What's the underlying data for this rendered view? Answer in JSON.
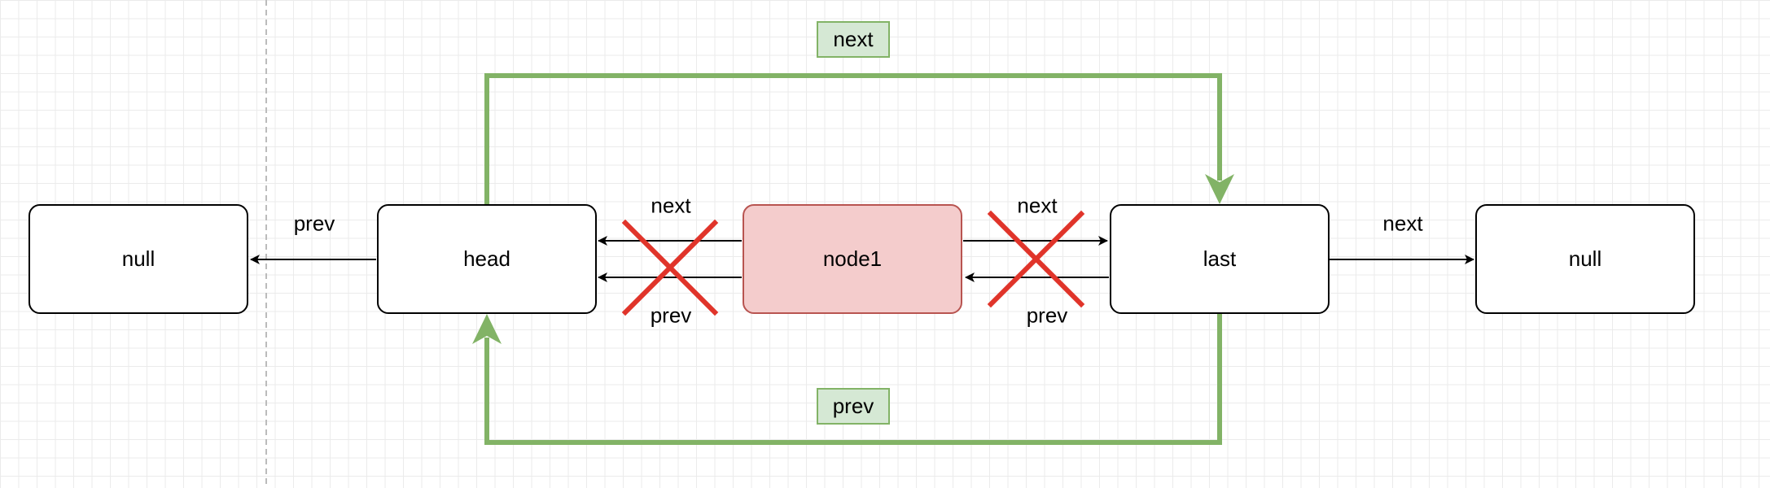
{
  "nodes": {
    "null_left": "null",
    "head": "head",
    "node1": "node1",
    "last": "last",
    "null_right": "null"
  },
  "labels": {
    "head_prev": "prev",
    "node1_to_head_next": "next",
    "node1_prev": "prev",
    "node1_next": "next",
    "last_to_node1_prev": "prev",
    "last_next": "next"
  },
  "new_links": {
    "next": "next",
    "prev": "prev"
  },
  "colors": {
    "new_link": "#82b366",
    "removed_link": "#e0342a",
    "highlight_fill": "#f4cccc",
    "highlight_border": "#b85450"
  }
}
